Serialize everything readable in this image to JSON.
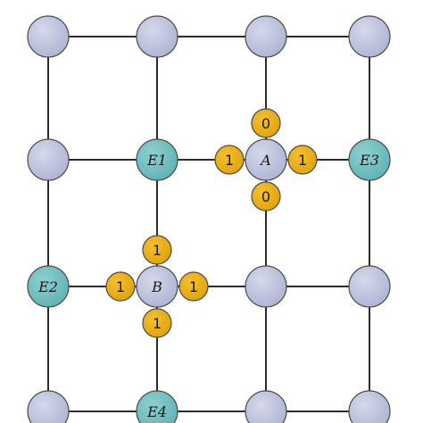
{
  "colors": {
    "node_fill": "#d5d9ec",
    "node_fill_dark": "#aeb4d2",
    "endpoint_fill": "#8fd0d0",
    "endpoint_fill_dark": "#5fb2b4",
    "bit_fill": "#f5c02e",
    "bit_fill_dark": "#dfa20c"
  },
  "grid": {
    "columns": 4,
    "rows": 4,
    "nodes": [
      {
        "col": 0,
        "row": 0,
        "label": "",
        "kind": "plain"
      },
      {
        "col": 1,
        "row": 0,
        "label": "",
        "kind": "plain"
      },
      {
        "col": 2,
        "row": 0,
        "label": "",
        "kind": "plain"
      },
      {
        "col": 3,
        "row": 0,
        "label": "",
        "kind": "plain"
      },
      {
        "col": 0,
        "row": 1,
        "label": "",
        "kind": "plain"
      },
      {
        "col": 1,
        "row": 1,
        "label": "E1",
        "kind": "endpoint"
      },
      {
        "col": 2,
        "row": 1,
        "label": "A",
        "kind": "center"
      },
      {
        "col": 3,
        "row": 1,
        "label": "E3",
        "kind": "endpoint"
      },
      {
        "col": 0,
        "row": 2,
        "label": "E2",
        "kind": "endpoint"
      },
      {
        "col": 1,
        "row": 2,
        "label": "B",
        "kind": "center"
      },
      {
        "col": 2,
        "row": 2,
        "label": "",
        "kind": "plain"
      },
      {
        "col": 3,
        "row": 2,
        "label": "",
        "kind": "plain"
      },
      {
        "col": 0,
        "row": 3,
        "label": "",
        "kind": "plain"
      },
      {
        "col": 1,
        "row": 3,
        "label": "E4",
        "kind": "endpoint"
      },
      {
        "col": 2,
        "row": 3,
        "label": "",
        "kind": "plain"
      },
      {
        "col": 3,
        "row": 3,
        "label": "",
        "kind": "plain"
      }
    ]
  },
  "bits": {
    "A": {
      "top": "0",
      "left": "1",
      "right": "1",
      "bottom": "0"
    },
    "B": {
      "top": "1",
      "left": "1",
      "right": "1",
      "bottom": "1"
    }
  }
}
